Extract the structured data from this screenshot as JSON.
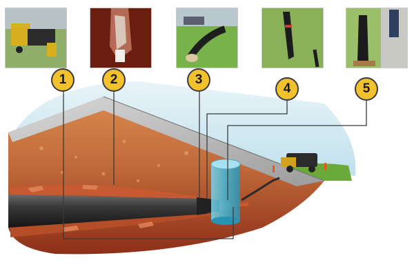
{
  "markers": [
    {
      "label": "1",
      "icon": "pull-machine-photo"
    },
    {
      "label": "2",
      "icon": "cracked-pipe-photo"
    },
    {
      "label": "3",
      "icon": "expander-head-photo"
    },
    {
      "label": "4",
      "icon": "hdpe-pipe-photo"
    },
    {
      "label": "5",
      "icon": "launch-pit-photo"
    }
  ],
  "colors": {
    "marker_fill": "#f2c12e",
    "soil_top": "#c67a44",
    "soil_deep": "#9b3b20",
    "sky": "#cfe8f0",
    "grass": "#6aa83a",
    "pit_fill": "#3fb7d6",
    "old_pipe": "#c75a30",
    "new_pipe": "#2d2d2d"
  }
}
